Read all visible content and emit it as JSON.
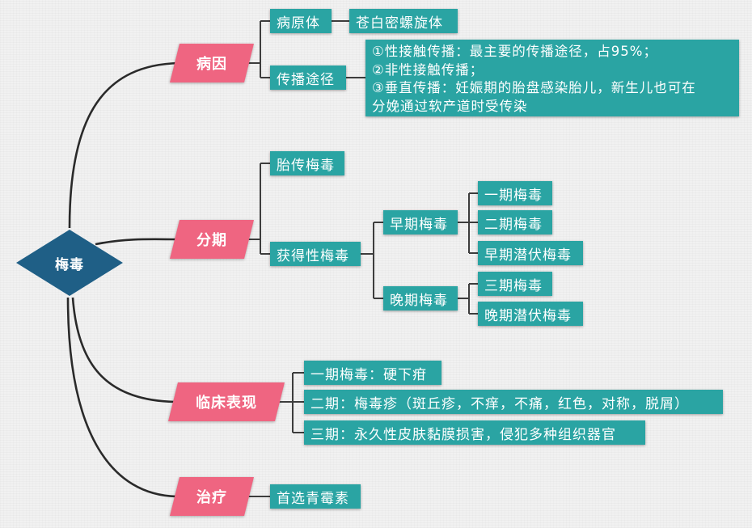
{
  "root": {
    "label": "梅毒"
  },
  "branches": {
    "cause": {
      "label": "病因",
      "pathogen": {
        "label": "病原体",
        "value": "苍白密螺旋体"
      },
      "transmission": {
        "label": "传播途径",
        "lines": [
          "①性接触传播：最主要的传播途径，占95%；",
          "②非性接触传播；",
          "③垂直传播：妊娠期的胎盘感染胎儿，新生儿也可在",
          "分娩通过软产道时受传染"
        ]
      }
    },
    "staging": {
      "label": "分期",
      "congenital": "胎传梅毒",
      "acquired": {
        "label": "获得性梅毒",
        "early": {
          "label": "早期梅毒",
          "items": [
            "一期梅毒",
            "二期梅毒",
            "早期潜伏梅毒"
          ]
        },
        "late": {
          "label": "晚期梅毒",
          "items": [
            "三期梅毒",
            "晚期潜伏梅毒"
          ]
        }
      }
    },
    "clinical": {
      "label": "临床表现",
      "items": [
        "一期梅毒：硬下疳",
        "二期：梅毒疹（斑丘疹，不痒，不痛，红色，对称，脱屑）",
        "三期：永久性皮肤黏膜损害，侵犯多种组织器官"
      ]
    },
    "treatment": {
      "label": "治疗",
      "item": "首选青霉素"
    }
  },
  "colors": {
    "root": "#1f5f86",
    "branch": "#ef6581",
    "leaf": "#2aa4a3",
    "line": "#3d3d3d"
  }
}
